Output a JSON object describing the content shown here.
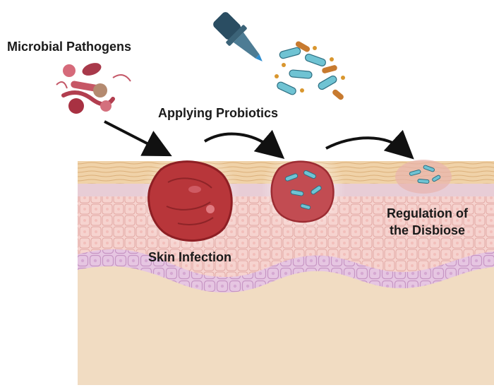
{
  "labels": {
    "pathogens": "Microbial Pathogens",
    "probiotics": "Applying Probiotics",
    "infection": "Skin Infection",
    "regulation_line1": "Regulation of",
    "regulation_line2": "the Disbiose"
  },
  "colors": {
    "stratum_corneum": "#f0d2a8",
    "epidermis": "#f6d3cf",
    "cell_outline": "#e2aaa5",
    "basal_layer": "#e6c6e2",
    "dermis": "#f1dcc2",
    "infection": "#b8363a",
    "probiotic_teal": "#6fc3d3",
    "dropper": "#2a4d62",
    "arrow": "#111111"
  },
  "icons": [
    "dropper-icon",
    "pathogen-cluster-icon",
    "probiotic-cluster-icon"
  ]
}
